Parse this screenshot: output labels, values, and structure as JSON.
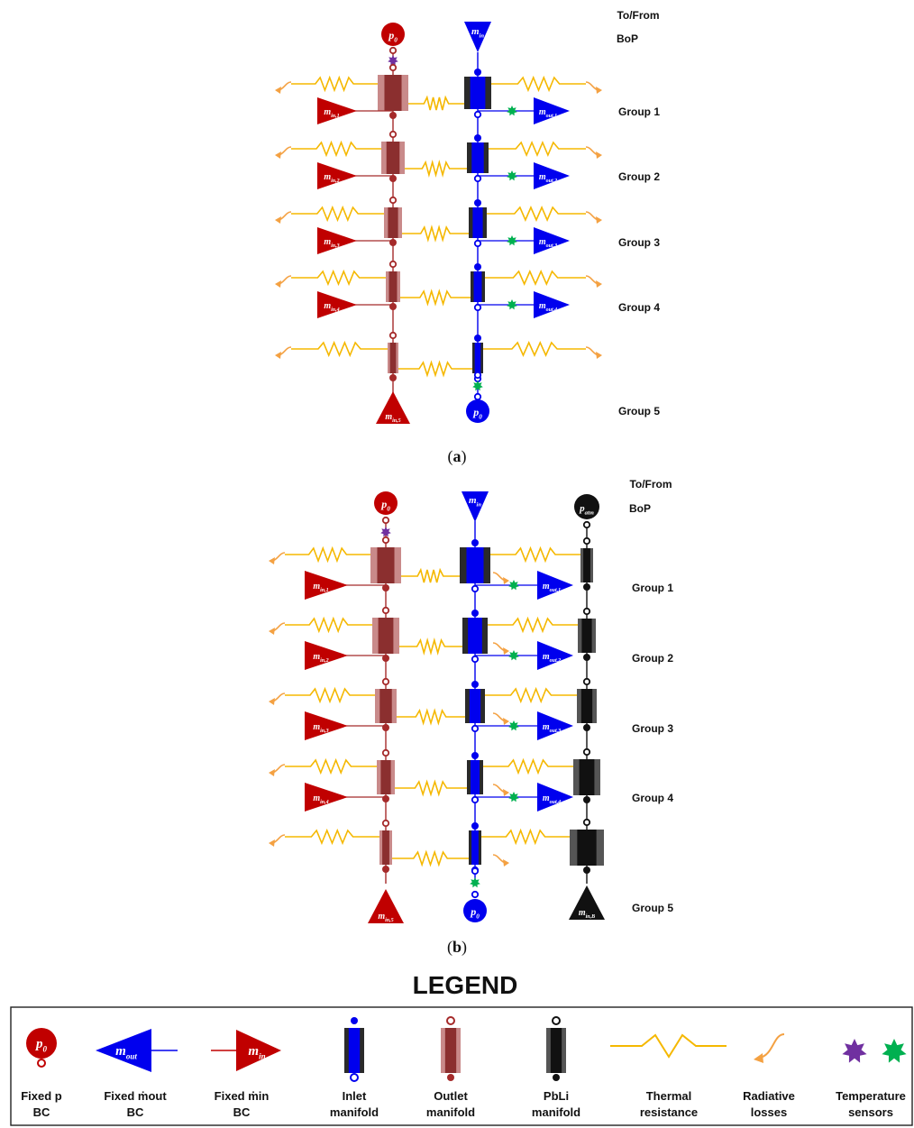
{
  "colors": {
    "outlet": "#a52a2a",
    "outlet_dark": "#8b2f2f",
    "outlet_light": "#c98a8a",
    "inlet": "#0000ee",
    "inlet_dark": "#2a2a2a",
    "pbli": "#111111",
    "pbli_side": "#555555",
    "bc_red": "#c00000",
    "bc_blue": "#0000ee",
    "thermal": "#f5b800",
    "radiative": "#f4a142",
    "sensor_purple": "#7030a0",
    "sensor_green": "#00b050"
  },
  "panel_a": {
    "caption_label": "a",
    "bop_line1": "To/From",
    "bop_line2": "BoP",
    "p0_top": "p",
    "p0_top_sub": "0",
    "m_in_top": "m",
    "m_in_top_sub": "in",
    "p0_bottom": "p",
    "p0_bottom_sub": "0",
    "groups": [
      {
        "label": "Group 1",
        "m_in": "m",
        "m_in_sub": "in,1",
        "m_out": "m",
        "m_out_sub": "out,1"
      },
      {
        "label": "Group 2",
        "m_in": "m",
        "m_in_sub": "in,2",
        "m_out": "m",
        "m_out_sub": "out,2"
      },
      {
        "label": "Group 3",
        "m_in": "m",
        "m_in_sub": "in,3",
        "m_out": "m",
        "m_out_sub": "out,3"
      },
      {
        "label": "Group 4",
        "m_in": "m",
        "m_in_sub": "in,4",
        "m_out": "m",
        "m_out_sub": "out,4"
      },
      {
        "label": "Group 5",
        "m_in": "m",
        "m_in_sub": "in,5",
        "m_out": "",
        "m_out_sub": ""
      }
    ]
  },
  "panel_b": {
    "caption_label": "b",
    "bop_line1": "To/From",
    "bop_line2": "BoP",
    "p_atm": "p",
    "p_atm_sub": "atm",
    "m_in_B": "m",
    "m_in_B_sub": "in,B",
    "groups": [
      {
        "label": "Group 1"
      },
      {
        "label": "Group 2"
      },
      {
        "label": "Group 3"
      },
      {
        "label": "Group 4"
      },
      {
        "label": "Group 5"
      }
    ]
  },
  "legend": {
    "title": "LEGEND",
    "items": [
      {
        "name": "fixed-p-bc",
        "line1": "Fixed p",
        "line2": "BC"
      },
      {
        "name": "fixed-mout-bc",
        "line1": "Fixed ṁout",
        "line2": "BC"
      },
      {
        "name": "fixed-min-bc",
        "line1": "Fixed ṁin",
        "line2": "BC"
      },
      {
        "name": "inlet-manifold",
        "line1": "Inlet",
        "line2": "manifold"
      },
      {
        "name": "outlet-manifold",
        "line1": "Outlet",
        "line2": "manifold"
      },
      {
        "name": "pbli-manifold",
        "line1": "PbLi",
        "line2": "manifold"
      },
      {
        "name": "thermal-resistance",
        "line1": "Thermal",
        "line2": "resistance"
      },
      {
        "name": "radiative-losses",
        "line1": "Radiative",
        "line2": "losses"
      },
      {
        "name": "temperature-sensors",
        "line1": "Temperature",
        "line2": "sensors"
      }
    ],
    "sym_p": "p",
    "sym_p_sub": "0",
    "sym_mout": "m",
    "sym_mout_sub": "out",
    "sym_min": "m",
    "sym_min_sub": "in"
  }
}
